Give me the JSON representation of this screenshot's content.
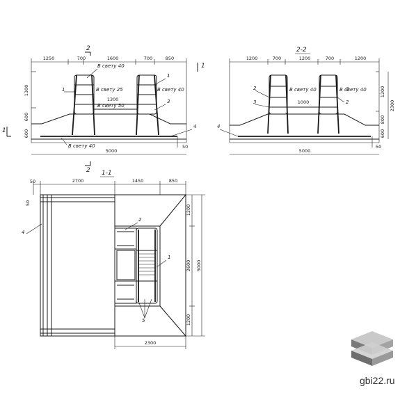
{
  "watermark": {
    "site": "gbi22.ru"
  },
  "section_marks": {
    "mark_2": "2",
    "section_22": "2-2",
    "section_11": "1-1",
    "mark_1": "1"
  },
  "elevation_left": {
    "top_dims": [
      "1250",
      "700",
      "1600",
      "700",
      "850"
    ],
    "notes": {
      "top": "В свету 40",
      "mid_left": "В свету 25",
      "right": "В свету 40",
      "lower": "В свету 50",
      "bottom": "В свету 40"
    },
    "span_1300": "1300",
    "left_dims": [
      "1300",
      "600",
      "600"
    ],
    "overall": "5000",
    "dim_50": "50",
    "callouts": [
      "1",
      "1",
      "3",
      "4"
    ]
  },
  "elevation_right": {
    "top_dims": [
      "1200",
      "700",
      "1200",
      "700",
      "1200"
    ],
    "note": "В свету 40",
    "inner_dim": "1000",
    "right_dims": [
      "1200",
      "2300",
      "800",
      "600"
    ],
    "overall": "5000",
    "dim_50": "50",
    "callouts": [
      "2",
      "3",
      "2",
      "2",
      "4"
    ]
  },
  "plan": {
    "top_dims": [
      "50",
      "2700",
      "1450",
      "850"
    ],
    "dim_50": "50",
    "right_dims": [
      "1200",
      "2600",
      "1200",
      "5000"
    ],
    "bottom_dim": "2300",
    "callouts": [
      "2",
      "1",
      "4",
      "5"
    ]
  }
}
